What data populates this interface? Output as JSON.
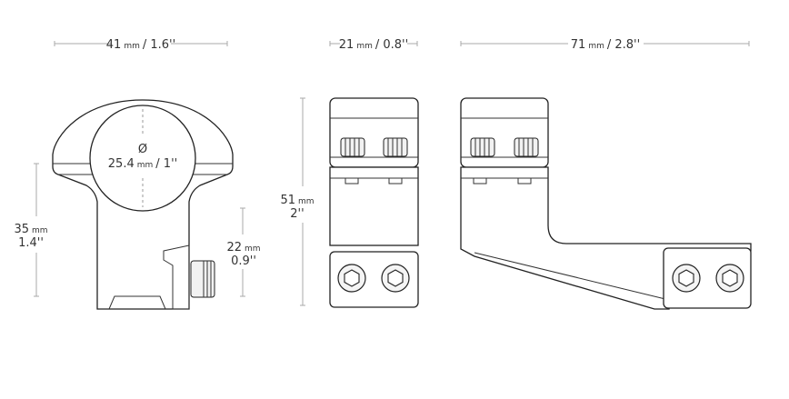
{
  "dimensions": {
    "front_width": {
      "value": "41",
      "unit": "mm",
      "imperial": "/ 1.6''"
    },
    "side_width": {
      "value": "21",
      "unit": "mm",
      "imperial": "/ 0.8''"
    },
    "offset_length": {
      "value": "71",
      "unit": "mm",
      "imperial": "/ 2.8''"
    },
    "ring_diameter": {
      "symbol": "Ø",
      "value": "25.4",
      "unit": "mm",
      "imperial": "/ 1''"
    },
    "height_front": {
      "value": "35",
      "unit": "mm",
      "imperial": "1.4''"
    },
    "height_side": {
      "value": "51",
      "unit": "mm",
      "imperial": "2''"
    },
    "base_height": {
      "value": "22",
      "unit": "mm",
      "imperial": "0.9''"
    }
  },
  "colors": {
    "outline": "#222222",
    "dimension_line": "#aaaaaa",
    "text": "#333333"
  }
}
